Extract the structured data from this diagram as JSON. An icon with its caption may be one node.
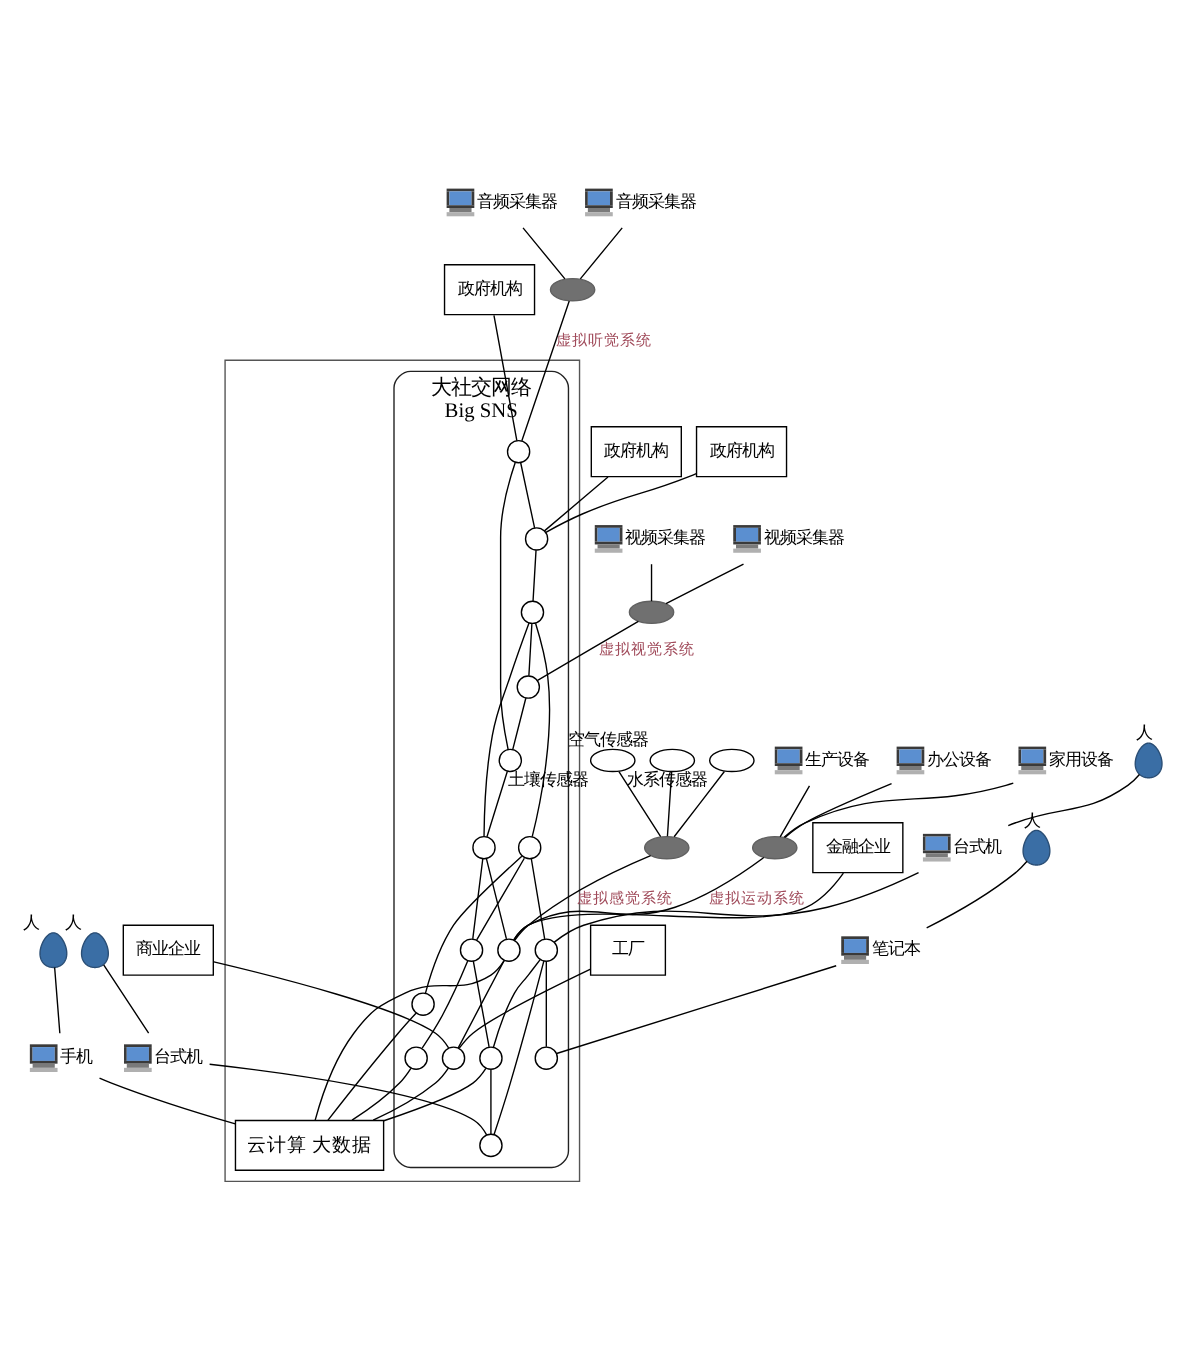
{
  "diagram": {
    "nodes": [
      {
        "text": [],
        "shape": "box"
      },
      {
        "text": [
          "大社交网络",
          "Big SNS"
        ],
        "in": 0
      },
      {
        "text": [],
        "shape": "circle",
        "in": 1
      },
      {
        "text": [],
        "shape": "circle",
        "in": 1
      },
      {
        "text": [],
        "shape": "circle",
        "in": 1
      },
      {
        "text": [],
        "shape": "circle",
        "in": 1
      },
      {
        "text": [],
        "shape": "circle",
        "in": 1
      },
      {
        "text": [],
        "shape": "circle",
        "in": 1
      },
      {
        "text": [],
        "shape": "circle",
        "in": 1
      },
      {
        "text": [],
        "shape": "circle",
        "in": 1
      },
      {
        "text": [],
        "shape": "circle",
        "in": 1
      },
      {
        "text": [],
        "shape": "circle",
        "in": 1
      },
      {
        "text": [],
        "shape": "circle",
        "in": 1
      },
      {
        "text": [],
        "shape": "circle",
        "in": 1
      },
      {
        "text": [],
        "shape": "circle",
        "in": 1
      },
      {
        "text": [],
        "shape": "circle",
        "in": 1
      },
      {
        "text": [],
        "shape": "circle",
        "in": 1
      },
      {
        "text": [],
        "shape": "circle",
        "in": 1
      },
      {
        "text": [
          "云计算 大数据"
        ],
        "in": 0
      },
      {
        "text": [
          "政府机构"
        ]
      },
      {
        "text": [
          "政府机构"
        ]
      },
      {
        "text": [
          "政府机构"
        ]
      },
      {
        "text": [],
        "shape": "picture",
        "beside": [
          "音频采集器"
        ]
      },
      {
        "text": [],
        "shape": "picture",
        "beside": [
          "音频采集器"
        ]
      },
      {
        "text": [],
        "shape": "ellipse"
      },
      {
        "text": [],
        "shape": "picture",
        "beside": [
          "视频采集器"
        ]
      },
      {
        "text": [],
        "shape": "picture",
        "beside": [
          "视频采集器"
        ]
      },
      {
        "text": [],
        "shape": "ellipse"
      },
      {
        "text": [],
        "shape": "ellipse",
        "beside": [
          "空气传感器"
        ]
      },
      {
        "text": [],
        "shape": "ellipse",
        "beside": [
          "水系传感器"
        ]
      },
      {
        "text": [],
        "shape": "ellipse",
        "beside": [
          "土壤传感器"
        ]
      },
      {
        "text": [],
        "shape": "ellipse"
      },
      {
        "text": [],
        "shape": "picture",
        "beside": [
          "办公设备"
        ]
      },
      {
        "text": [],
        "shape": "ellipse"
      },
      {
        "text": [],
        "shape": "picture",
        "beside": [
          "家用设备"
        ]
      },
      {
        "text": [],
        "shape": "picture",
        "beside": [
          "生产设备"
        ]
      },
      {
        "text": [
          "工厂"
        ]
      },
      {
        "text": [
          "商业企业"
        ]
      },
      {
        "text": [
          "金融企业"
        ]
      },
      {
        "text": [],
        "shape": "person",
        "beside": [
          "人"
        ]
      },
      {
        "text": [],
        "shape": "picture",
        "beside": [
          "台式机"
        ]
      },
      {
        "text": [],
        "shape": "person",
        "beside": [
          "人"
        ]
      },
      {
        "text": [],
        "shape": "picture",
        "beside": [
          "笔记本"
        ]
      },
      {
        "text": [],
        "shape": "picture",
        "beside": [
          "台式机"
        ]
      },
      {
        "text": [],
        "shape": "person",
        "beside": [
          "人"
        ]
      },
      {
        "text": [],
        "shape": "picture",
        "beside": [
          "手机"
        ]
      },
      {
        "text": [],
        "shape": "person",
        "beside": [
          "人"
        ]
      }
    ],
    "edges": [
      {
        "from": 2,
        "to": 3,
        "arrow": "none"
      },
      {
        "from": 3,
        "to": 4,
        "arrow": "none"
      },
      {
        "from": 4,
        "to": 5,
        "arrow": "none"
      },
      {
        "from": 5,
        "to": 6,
        "arrow": "none"
      },
      {
        "from": 6,
        "to": 7,
        "arrow": "none"
      },
      {
        "from": 8,
        "to": 9,
        "arrow": "none"
      },
      {
        "from": 9,
        "to": 10,
        "arrow": "none"
      },
      {
        "from": 10,
        "to": 11,
        "arrow": "none"
      },
      {
        "from": 11,
        "to": 12,
        "arrow": "none"
      },
      {
        "from": 12,
        "to": 13,
        "arrow": "none"
      },
      {
        "from": 2,
        "to": 9,
        "arrow": "none"
      },
      {
        "from": 4,
        "to": 8,
        "arrow": "none"
      },
      {
        "from": 4,
        "to": 10,
        "arrow": "none"
      },
      {
        "from": 5,
        "to": 16,
        "arrow": "none"
      },
      {
        "from": 5,
        "to": 11,
        "arrow": "none"
      },
      {
        "from": 6,
        "to": 12,
        "arrow": "none"
      },
      {
        "from": 6,
        "to": 13,
        "arrow": "none"
      },
      {
        "from": 14,
        "to": 15,
        "arrow": "none"
      },
      {
        "from": 10,
        "to": 14,
        "arrow": "none"
      },
      {
        "from": 11,
        "to": 17,
        "arrow": "none"
      },
      {
        "from": 14,
        "to": 18,
        "arrow": "none"
      },
      {
        "from": 15,
        "to": 18,
        "arrow": "none"
      },
      {
        "from": 16,
        "to": 18,
        "arrow": "none"
      },
      {
        "from": 17,
        "to": 18,
        "arrow": "none"
      },
      {
        "from": 12,
        "to": 18,
        "arrow": "none"
      },
      {
        "from": 19,
        "to": 2,
        "arrow": "none"
      },
      {
        "from": 20,
        "to": 3,
        "arrow": "none"
      },
      {
        "from": 21,
        "to": 3,
        "arrow": "none"
      },
      {
        "from": 22,
        "to": 24,
        "arrow": "none"
      },
      {
        "from": 23,
        "to": 24,
        "arrow": "none"
      },
      {
        "from": 24,
        "to": 2,
        "arrow": "none",
        "label": "虚拟听觉系统"
      },
      {
        "from": 25,
        "to": 27,
        "arrow": "none"
      },
      {
        "from": 26,
        "to": 27,
        "arrow": "none"
      },
      {
        "from": 27,
        "to": 8,
        "arrow": "none",
        "label": "虚拟视觉系统"
      },
      {
        "from": 28,
        "to": 31,
        "arrow": "none"
      },
      {
        "from": 29,
        "to": 31,
        "arrow": "none"
      },
      {
        "from": 30,
        "to": 31,
        "arrow": "none"
      },
      {
        "from": 31,
        "to": 14,
        "arrow": "none",
        "label": "虚拟感觉系统"
      },
      {
        "from": 32,
        "to": 33,
        "arrow": "none"
      },
      {
        "from": 34,
        "to": 33,
        "arrow": "none"
      },
      {
        "from": 35,
        "to": 33,
        "arrow": "none"
      },
      {
        "from": 33,
        "to": 14,
        "arrow": "none",
        "label": "虚拟运动系统"
      },
      {
        "from": 36,
        "to": 15,
        "arrow": "none"
      },
      {
        "from": 37,
        "to": 15,
        "arrow": "none"
      },
      {
        "from": 38,
        "to": 14,
        "arrow": "none"
      },
      {
        "from": 39,
        "to": 40,
        "arrow": "none"
      },
      {
        "from": 40,
        "to": 6,
        "arrow": "none"
      },
      {
        "from": 41,
        "to": 42,
        "arrow": "none"
      },
      {
        "from": 42,
        "to": 7,
        "arrow": "none"
      },
      {
        "from": 43,
        "to": 13,
        "arrow": "none"
      },
      {
        "from": 44,
        "to": 43,
        "arrow": "none"
      },
      {
        "from": 45,
        "to": 18,
        "arrow": "none"
      },
      {
        "from": 46,
        "to": 45,
        "arrow": "none"
      }
    ]
  }
}
